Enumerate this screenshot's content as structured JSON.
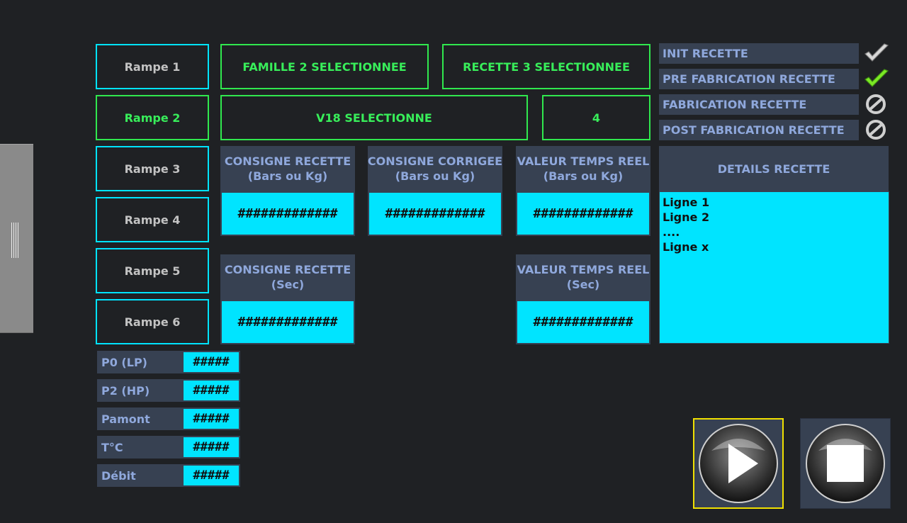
{
  "ramps": [
    {
      "label": "Rampe 1"
    },
    {
      "label": "Rampe 2"
    },
    {
      "label": "Rampe 3"
    },
    {
      "label": "Rampe 4"
    },
    {
      "label": "Rampe 5"
    },
    {
      "label": "Rampe 6"
    }
  ],
  "active_ramp": "Rampe 2",
  "selection": {
    "famille": "FAMILLE 2 SELECTIONNEE",
    "recette": "RECETTE 3 SELECTIONNEE",
    "vanne": "V18 SELECTIONNE",
    "count": "4"
  },
  "panels": {
    "consigne_recette": {
      "title": "CONSIGNE RECETTE",
      "unit": "(Bars ou Kg)",
      "value": "#############"
    },
    "consigne_corrigee": {
      "title": "CONSIGNE CORRIGEE",
      "unit": "(Bars ou Kg)",
      "value": "#############"
    },
    "valeur_temps_reel": {
      "title": "VALEUR TEMPS REEL",
      "unit": "(Bars ou Kg)",
      "value": "#############"
    },
    "consigne_recette_sec": {
      "title": "CONSIGNE RECETTE",
      "unit": "(Sec)",
      "value": "#############"
    },
    "valeur_temps_reel_sec": {
      "title": "VALEUR TEMPS REEL",
      "unit": "(Sec)",
      "value": "#############"
    }
  },
  "status_steps": [
    {
      "label": "INIT RECETTE",
      "icon": "check-icon-grey",
      "state": "done"
    },
    {
      "label": "PRE FABRICATION RECETTE",
      "icon": "check-icon-green",
      "state": "active"
    },
    {
      "label": "FABRICATION RECETTE",
      "icon": "disabled-icon",
      "state": "pending"
    },
    {
      "label": "POST FABRICATION RECETTE",
      "icon": "disabled-icon",
      "state": "pending"
    }
  ],
  "details": {
    "title": "DETAILS RECETTE",
    "lines": [
      "Ligne 1",
      "Ligne 2",
      "....",
      "Ligne x"
    ]
  },
  "sensors": [
    {
      "label": "P0 (LP)",
      "value": "#####"
    },
    {
      "label": "P2 (HP)",
      "value": "#####"
    },
    {
      "label": "Pamont",
      "value": "#####"
    },
    {
      "label": "T°C",
      "value": "#####"
    },
    {
      "label": "Débit",
      "value": "#####"
    }
  ],
  "controls": {
    "play_icon": "play-icon",
    "stop_icon": "stop-icon"
  },
  "colors": {
    "background": "#1f2124",
    "accent_cyan": "#00e4ff",
    "accent_green": "#30e84e",
    "panel": "#374152",
    "panel_text": "#8fa8dc",
    "play_highlight": "#f0e000"
  }
}
